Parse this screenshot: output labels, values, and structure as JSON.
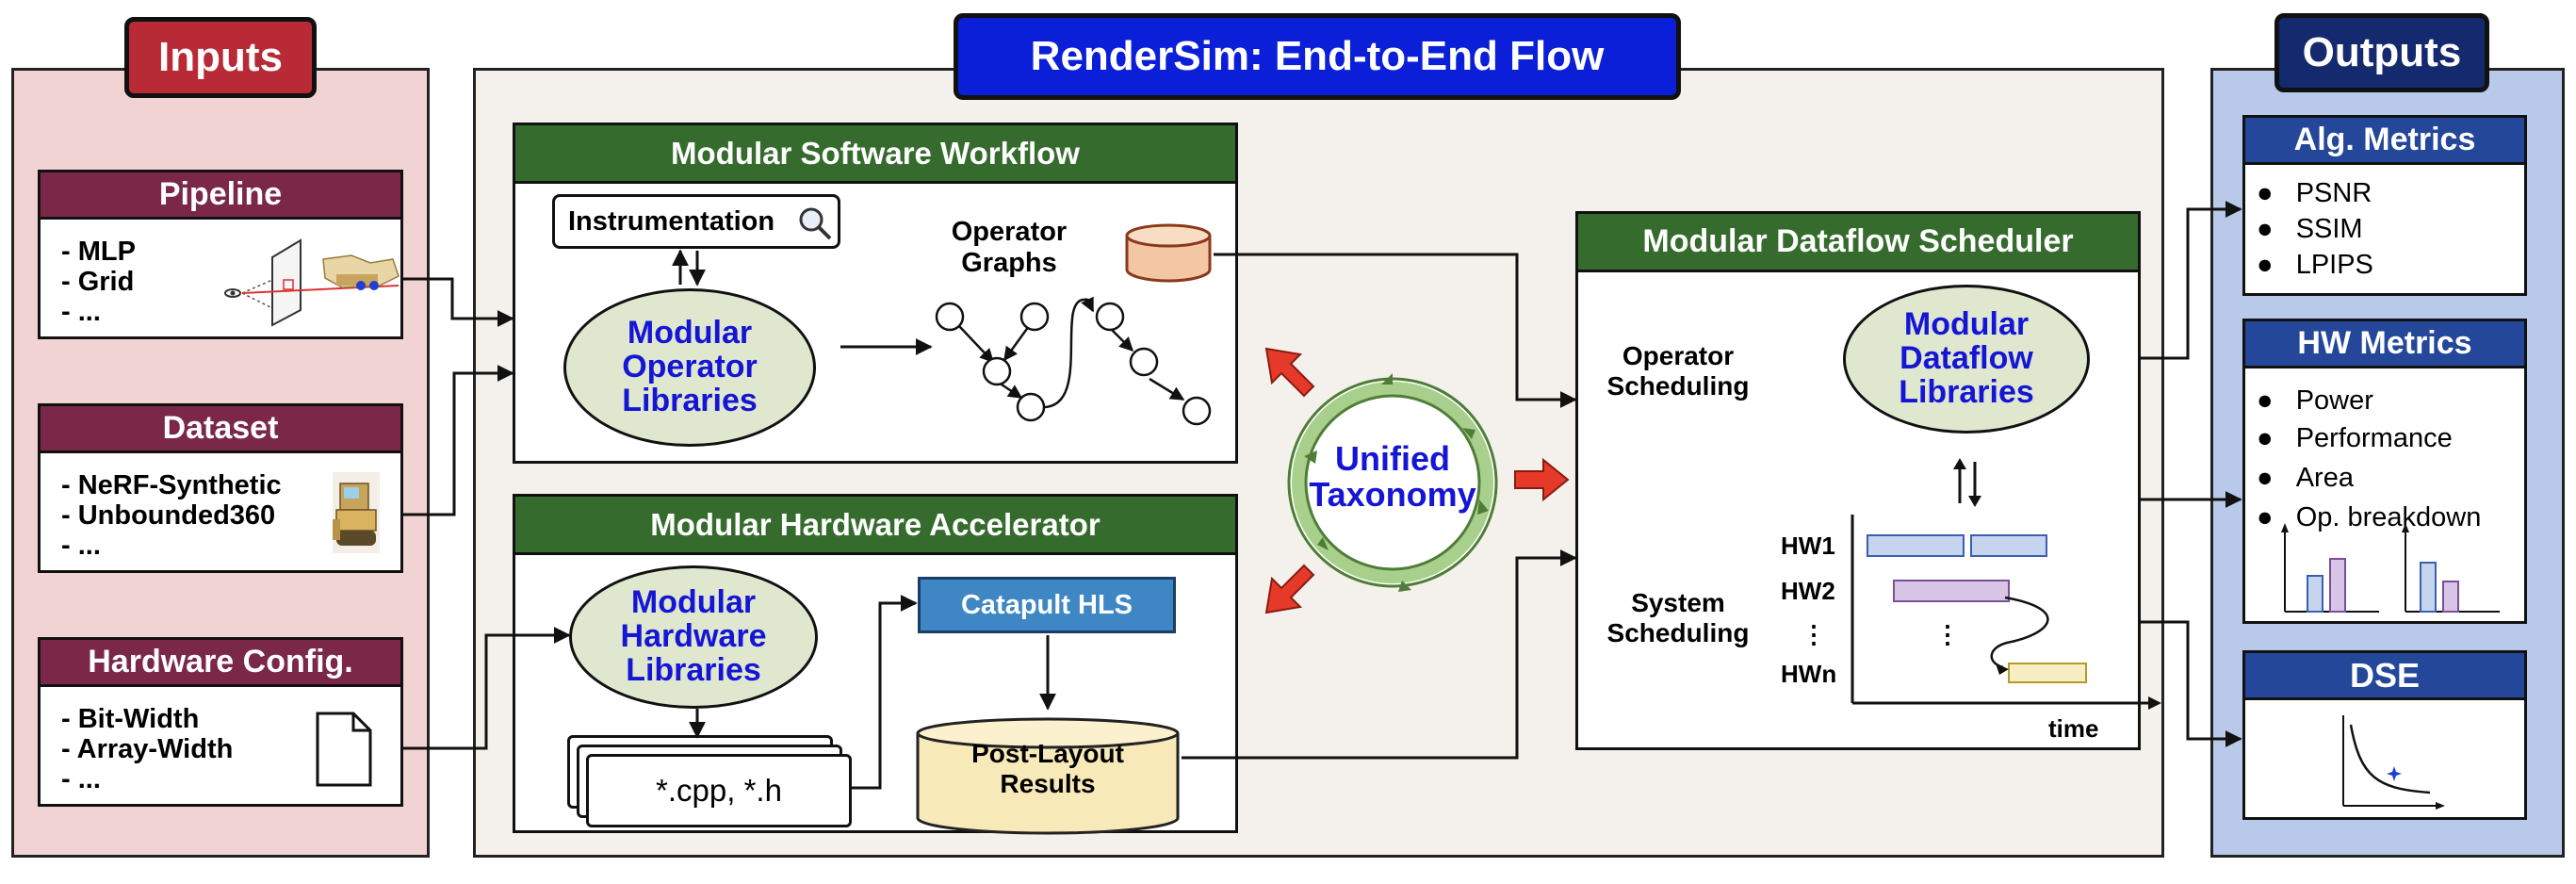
{
  "inputs": {
    "title": "Inputs",
    "pipeline": {
      "title": "Pipeline",
      "items": [
        "-  MLP",
        "-  Grid",
        "-  ..."
      ]
    },
    "dataset": {
      "title": "Dataset",
      "items": [
        "-  NeRF-Synthetic",
        "-  Unbounded360",
        "-  ..."
      ]
    },
    "hardware": {
      "title": "Hardware Config.",
      "items": [
        "-  Bit-Width",
        "-  Array-Width",
        "-  ..."
      ]
    }
  },
  "center": {
    "title": "RenderSim: End-to-End Flow",
    "software": {
      "title": "Modular Software Workflow",
      "instrumentation": "Instrumentation",
      "operator_graphs": "Operator\nGraphs",
      "libraries": "Modular\nOperator\nLibraries"
    },
    "hardware": {
      "title": "Modular Hardware Accelerator",
      "libraries": "Modular\nHardware\nLibraries",
      "catapult": "Catapult HLS",
      "files": "*.cpp, *.h",
      "results": "Post-Layout\nResults"
    },
    "taxonomy": "Unified\nTaxonomy",
    "scheduler": {
      "title": "Modular Dataflow Scheduler",
      "operator_scheduling": "Operator\nScheduling",
      "system_scheduling": "System\nScheduling",
      "libraries": "Modular\nDataflow\nLibraries",
      "hw_labels": [
        "HW1",
        "HW2",
        "⋮",
        "HWn"
      ],
      "dots": "⋮",
      "time_label": "time"
    }
  },
  "outputs": {
    "title": "Outputs",
    "alg": {
      "title": "Alg. Metrics",
      "items": [
        "PSNR",
        "SSIM",
        "LPIPS"
      ]
    },
    "hw": {
      "title": "HW Metrics",
      "items": [
        "Power",
        "Performance",
        "Area",
        "Op. breakdown"
      ]
    },
    "dse": {
      "title": "DSE"
    }
  },
  "colors": {
    "inputs_bg": "#f2d3d3",
    "center_bg": "#f4f1ec",
    "outputs_bg": "#b8c9ea",
    "title_blue": "#0b1fd8",
    "title_red": "#b72a36",
    "title_navy": "#15296f",
    "maroon": "#7a2748",
    "green": "#366b2e",
    "navy": "#24479a",
    "hls_blue": "#3f87c4",
    "cylinder": "#f8e9b8",
    "gantt_blue": "#c7d4ee",
    "gantt_purple": "#d9c6e6",
    "gantt_yellow": "#f6efc4",
    "red_arrow": "#e53a2a",
    "taxonomy_ring": "#7fb25e"
  }
}
